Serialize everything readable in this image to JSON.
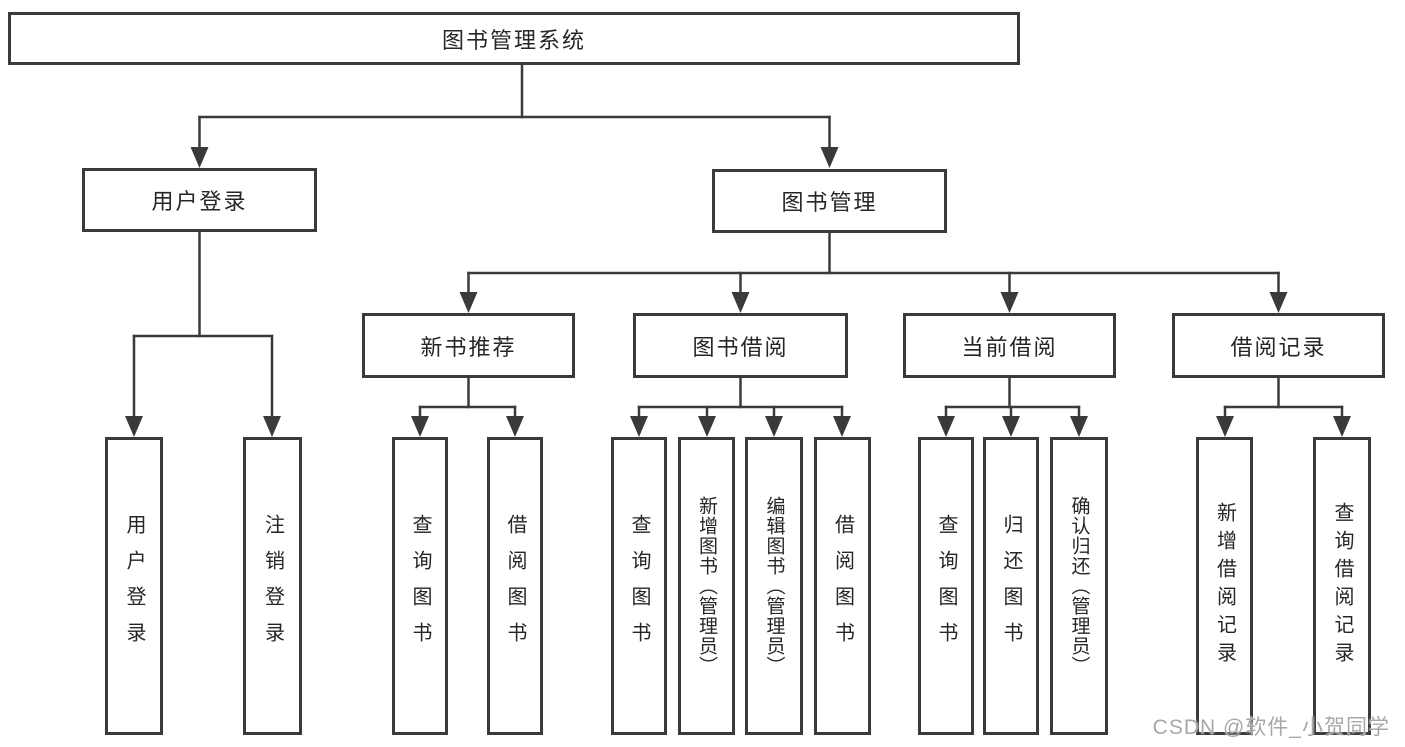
{
  "diagram": {
    "root": {
      "label": "图书管理系统"
    },
    "level2": [
      {
        "label": "用户登录"
      },
      {
        "label": "图书管理"
      }
    ],
    "level3": [
      {
        "label": "新书推荐"
      },
      {
        "label": "图书借阅"
      },
      {
        "label": "当前借阅"
      },
      {
        "label": "借阅记录"
      }
    ],
    "leaves": {
      "user_login": [
        {
          "label": "用户登录"
        },
        {
          "label": "注销登录"
        }
      ],
      "new_books": [
        {
          "label": "查询图书"
        },
        {
          "label": "借阅图书"
        }
      ],
      "book_borrow": [
        {
          "label": "查询图书"
        },
        {
          "label": "新增图书（管理员）"
        },
        {
          "label": "编辑图书（管理员）"
        },
        {
          "label": "借阅图书"
        }
      ],
      "current_borrow": [
        {
          "label": "查询图书"
        },
        {
          "label": "归还图书"
        },
        {
          "label": "确认归还（管理员）"
        }
      ],
      "borrow_records": [
        {
          "label": "新增借阅记录"
        },
        {
          "label": "查询借阅记录"
        }
      ]
    }
  },
  "watermark": {
    "text": "CSDN @软件_小贺同学"
  },
  "colors": {
    "line": "#3a3a3a",
    "box_fill": "#ffffff",
    "text": "#262626",
    "watermark": "#a8a8a8"
  }
}
